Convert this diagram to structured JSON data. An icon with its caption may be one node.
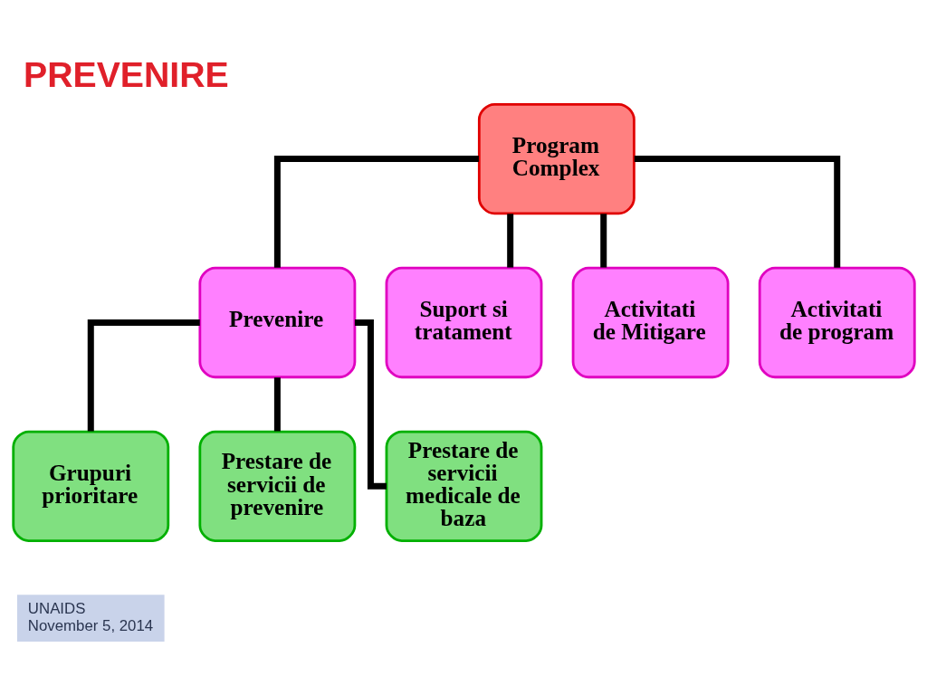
{
  "diagram": {
    "title": "PREVENIRE",
    "nodes": [
      {
        "text": [
          "Program Complex"
        ]
      },
      {
        "text": [
          "Prevenire"
        ]
      },
      {
        "text": [
          "Suport si tratament"
        ]
      },
      {
        "text": [
          "Activitati de Mitigare"
        ]
      },
      {
        "text": [
          "Activitati de program"
        ]
      },
      {
        "text": [
          "Grupuri prioritare"
        ]
      },
      {
        "text": [
          "Prestare de servicii de prevenire"
        ]
      },
      {
        "text": [
          "Prestare de servicii medicale de baza"
        ]
      }
    ],
    "edges": [
      {
        "from": 0,
        "to": 1,
        "arrow": "none"
      },
      {
        "from": 0,
        "to": 2,
        "arrow": "none"
      },
      {
        "from": 0,
        "to": 3,
        "arrow": "none"
      },
      {
        "from": 0,
        "to": 4,
        "arrow": "none"
      },
      {
        "from": 1,
        "to": 5,
        "arrow": "none"
      },
      {
        "from": 1,
        "to": 6,
        "arrow": "none"
      },
      {
        "from": 1,
        "to": 7,
        "arrow": "none"
      }
    ],
    "labels": [
      "UNAIDS",
      "November 5, 2014"
    ]
  }
}
